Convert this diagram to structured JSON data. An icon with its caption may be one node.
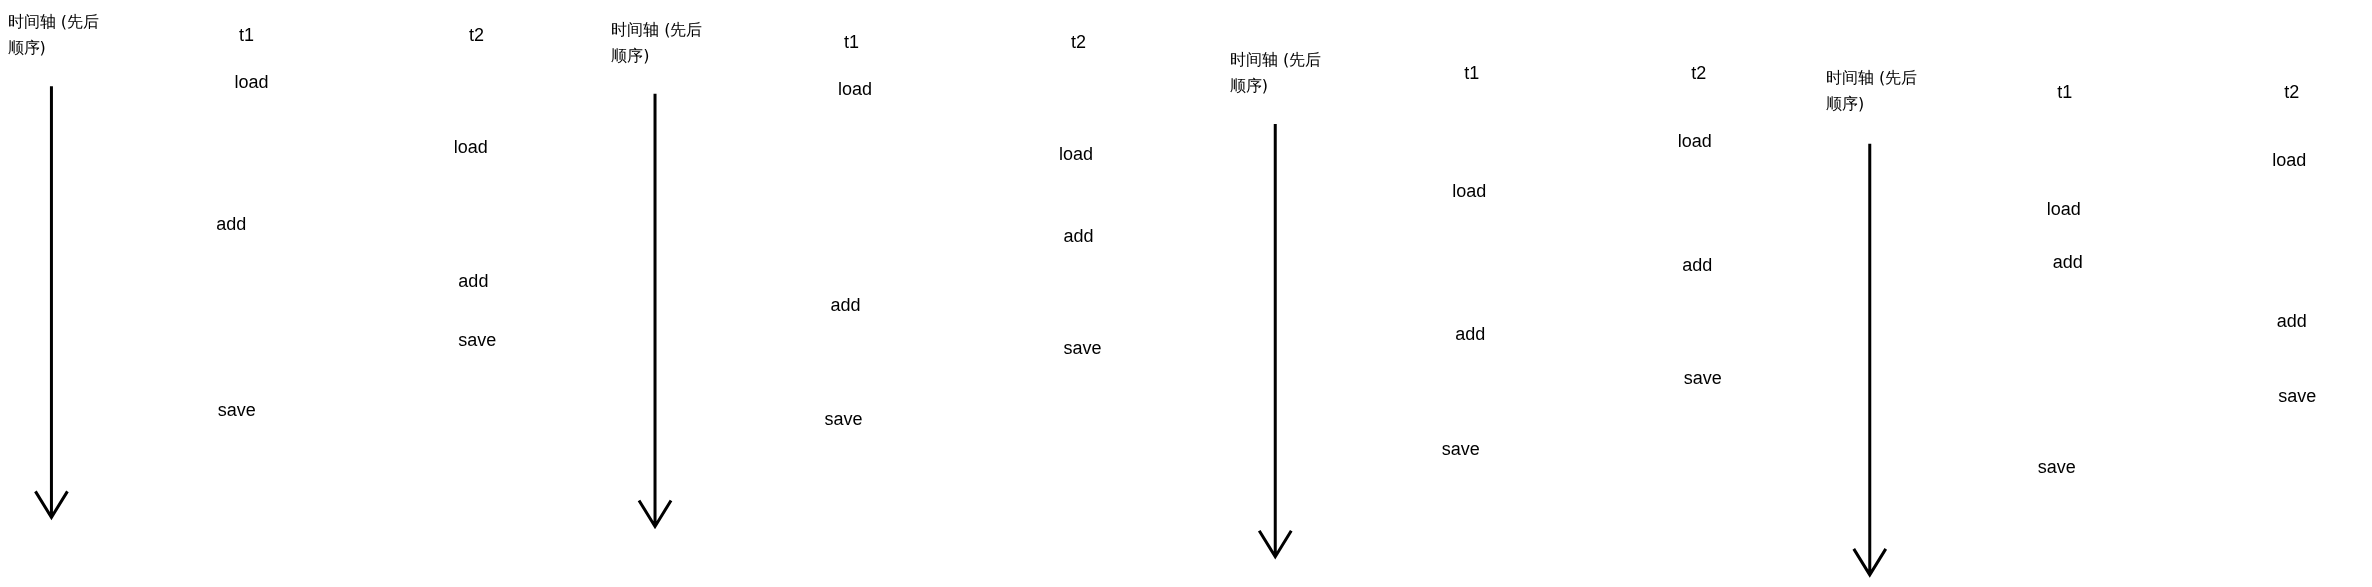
{
  "diagram": {
    "labels": [
      "时间轴 (先后顺序)",
      "t1",
      "t2",
      "load",
      "load",
      "add",
      "add",
      "save",
      "save",
      "时间轴 (先后顺序)",
      "t1",
      "t2",
      "load",
      "load",
      "add",
      "add",
      "save",
      "save",
      "时间轴 (先后顺序)",
      "t1",
      "t2",
      "load",
      "load",
      "add",
      "add",
      "save",
      "save",
      "时间轴 (先后顺序)",
      "t1",
      "t2",
      "load",
      "load",
      "add",
      "add",
      "save",
      "save"
    ]
  }
}
